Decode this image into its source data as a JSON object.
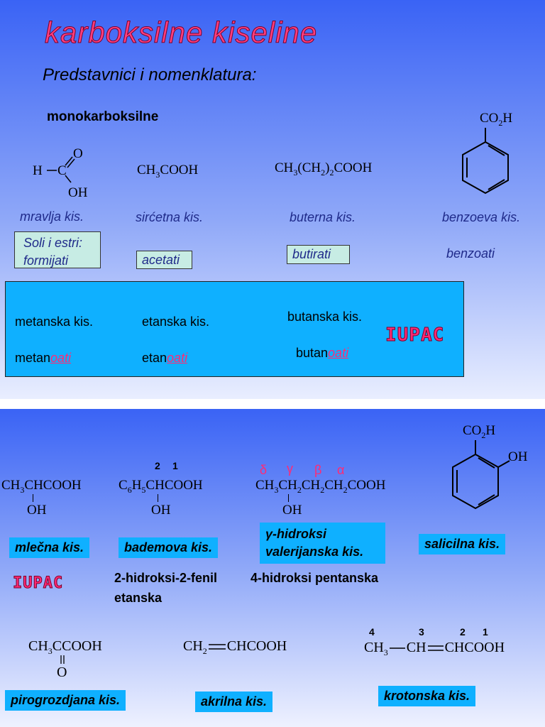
{
  "slide1": {
    "title": "karboksilne kiseline",
    "subtitle": "Predstavnici i nomenklatura:",
    "section": "monokarboksilne",
    "formic": {
      "h": "H",
      "o": "O",
      "oh": "OH",
      "c": "C"
    },
    "acetic": {
      "a": "CH",
      "s3": "3",
      "b": "COOH"
    },
    "butyric": {
      "a": "CH",
      "s3": "3",
      "b": "(CH",
      "s2": "2",
      "c": ")",
      "s2b": "2",
      "d": "COOH"
    },
    "benzoic": {
      "co": "CO",
      "s2": "2",
      "h": "H"
    },
    "trivial": [
      "mravlja kis.",
      "sirćetna kis.",
      "buterna kis.",
      "benzoeva kis."
    ],
    "salts_label": "Soli i estri:",
    "salts": [
      "formijati",
      "acetati",
      "butirati",
      "benzoati"
    ],
    "iupac_names": [
      "metanska kis.",
      "etanska kis.",
      "butanska kis."
    ],
    "iupac_salts": {
      "met_prefix": "metan",
      "et_prefix": "etan",
      "but_prefix": "butan",
      "suffix": "oati"
    },
    "iupac_logo": "IUPAC"
  },
  "slide2": {
    "lactic": {
      "a": "CH",
      "s3": "3",
      "b": "CHCOOH",
      "oh": "OH"
    },
    "mandelic": {
      "a": "C",
      "s6": "6",
      "b": "H",
      "s5": "5",
      "c": "CHCOOH",
      "oh": "OH",
      "n2": "2",
      "n1": "1"
    },
    "hydroxyvaleric": {
      "a": "CH",
      "s3": "3",
      "b": "CH",
      "s2": "2",
      "c": "CH",
      "s2b": "2",
      "d": "CH",
      "s2c": "2",
      "e": "COOH",
      "oh": "OH",
      "greek": [
        "δ",
        "γ",
        "β",
        "α"
      ]
    },
    "salicylic": {
      "co": "CO",
      "s2": "2",
      "h": "H",
      "oh": "OH"
    },
    "labels": {
      "lactic": "mlečna kis.",
      "mandelic": "bademova kis.",
      "gamma": "γ-hidroksi",
      "valer": "valerijanska kis.",
      "salicylic": "salicilna kis."
    },
    "iupac_logo": "IUPAC",
    "iupac_mandelic_1": "2-hidroksi-2-fenil",
    "iupac_mandelic_2": "etanska",
    "iupac_valeric": "4-hidroksi pentanska",
    "pyruvic": {
      "a": "CH",
      "s3": "3",
      "b": "CCOOH",
      "o": "O"
    },
    "acrylic": {
      "a": "CH",
      "s2": "2",
      "b": "CHCOOH"
    },
    "crotonic": {
      "a": "CH",
      "s3": "3",
      "b": "CH",
      "c": "CHCOOH",
      "n4": "4",
      "n3": "3",
      "n2": "2",
      "n1": "1"
    },
    "labels2": {
      "pyruvic": "pirogrozdjana kis.",
      "acrylic": "akrilna kis.",
      "crotonic": "krotonska kis."
    }
  }
}
